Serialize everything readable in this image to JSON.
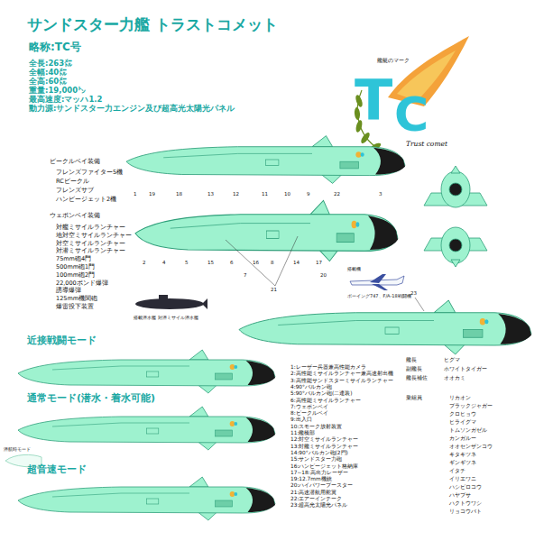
{
  "diagram": {
    "title": "サンドスター力艦 トラストコメット",
    "labels": [
      "略称:TC号",
      "全長:263㍍",
      "全幅:40㍍",
      "全高:60㍍",
      "重量:19,000㌧",
      "最高速度:マッハ1.2",
      "動力源:サンドスター力エンジン及び超高光太陽光パネル",
      "艦艇のマーク",
      "T",
      "C",
      "Trust comet",
      "ビークルベイ装備",
      "フレンズファイター5機",
      "RCビークル",
      "フレンズサブ",
      "ハンビージェット2機",
      "ウェポンベイ装備",
      "対艦ミサイルランチャー",
      "地対空ミサイルランチャー",
      "対空ミサイルランチャー",
      "対潜ミサイルランチャー",
      "75mm砲4門",
      "500mm砲1門",
      "100mm砲2門",
      "22,000ポンド爆弾",
      "誘導爆弾",
      "125mm機関砲",
      "爆雷投下装置",
      "搭載潜水艦 対潜ミサイル潜水艦",
      "搭載機",
      "ボーイング747、F/A-18戦闘機",
      "近接戦闘モード",
      "通常モード(潜水・着水可能)",
      "潜航時モード",
      "超音速モード",
      "1:レーザー兵器兼高性能カメラ",
      "2:高性能ミサイルランチャー兼高速射出機",
      "3:高性能サンドスターミサイルランチャー",
      "4:90°バルカン砲",
      "5:90°バルカン砲(二連装)",
      "6:高性能ミサイルランチャー",
      "7:ウェポンベイ",
      "8:ビークルベイ",
      "9:出入口",
      "10:スモーク放射装置",
      "11:艦橋部",
      "12:対空ミサイルランチャー",
      "13:対艦ミサイルランチャー",
      "14:90°バルカン砲(2門)",
      "15:サンドスター力砲",
      "16:ハンビージェット格納庫",
      "17~18:高出力レーザー",
      "19:12.7mm機銃",
      "20:ハイパワーブースター",
      "21:高速潜航用舵翼",
      "22:エアーインテーク",
      "23:超高光太陽光パネル",
      "艦長",
      "ヒグマ",
      "副艦長",
      "ホワイトタイガー",
      "艦長補佐",
      "オオカミ",
      "乗組員",
      "リカオン",
      "ブラックジャガー",
      "クロヒョウ",
      "ヒライグマ",
      "トムソンガゼル",
      "カンガルー",
      "オオセンザンコウ",
      "キタキツネ",
      "ギンギツネ",
      "イタチ",
      "イリエワニ",
      "ハシビロコウ",
      "ハヤブサ",
      "ハクトウワシ",
      "リョコウバト",
      "1",
      "19",
      "18",
      "13",
      "12",
      "11",
      "10",
      "9",
      "22",
      "3",
      "2",
      "4",
      "5",
      "15",
      "6",
      "16",
      "8",
      "14",
      "17",
      "7",
      "20",
      "21",
      "23"
    ]
  }
}
